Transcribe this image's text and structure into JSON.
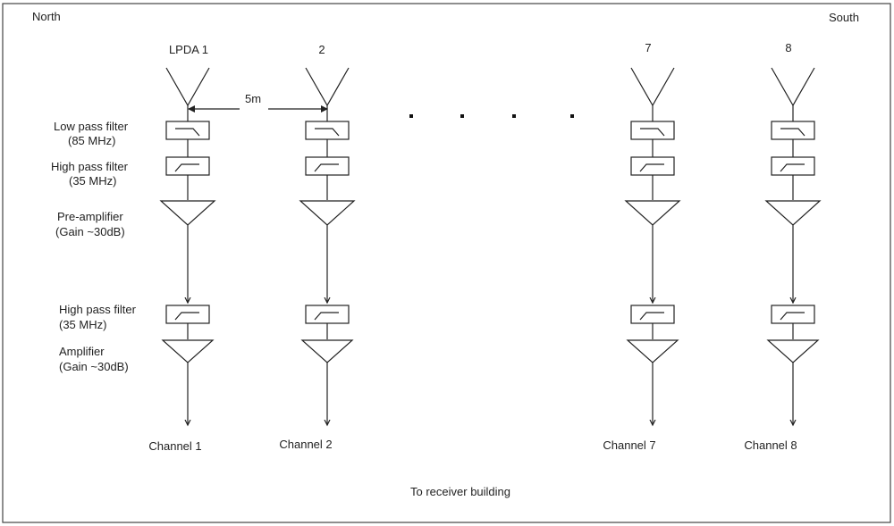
{
  "directions": {
    "north": "North",
    "south": "South"
  },
  "antennas": [
    {
      "top_label": "LPDA 1",
      "channel_label": "Channel 1"
    },
    {
      "top_label": "2",
      "channel_label": "Channel 2"
    },
    {
      "top_label": "7",
      "channel_label": "Channel 7"
    },
    {
      "top_label": "8",
      "channel_label": "Channel 8"
    }
  ],
  "spacing_label": "5m",
  "stage_labels": {
    "lpf": [
      "Low pass filter",
      "(85 MHz)"
    ],
    "hpf1": [
      "High pass filter",
      "(35 MHz)"
    ],
    "preamp": [
      "Pre-amplifier",
      "(Gain ~30dB)"
    ],
    "hpf2": [
      "High pass filter",
      "(35 MHz)"
    ],
    "amp": [
      "Amplifier",
      "(Gain ~30dB)"
    ]
  },
  "footer": "To receiver building"
}
